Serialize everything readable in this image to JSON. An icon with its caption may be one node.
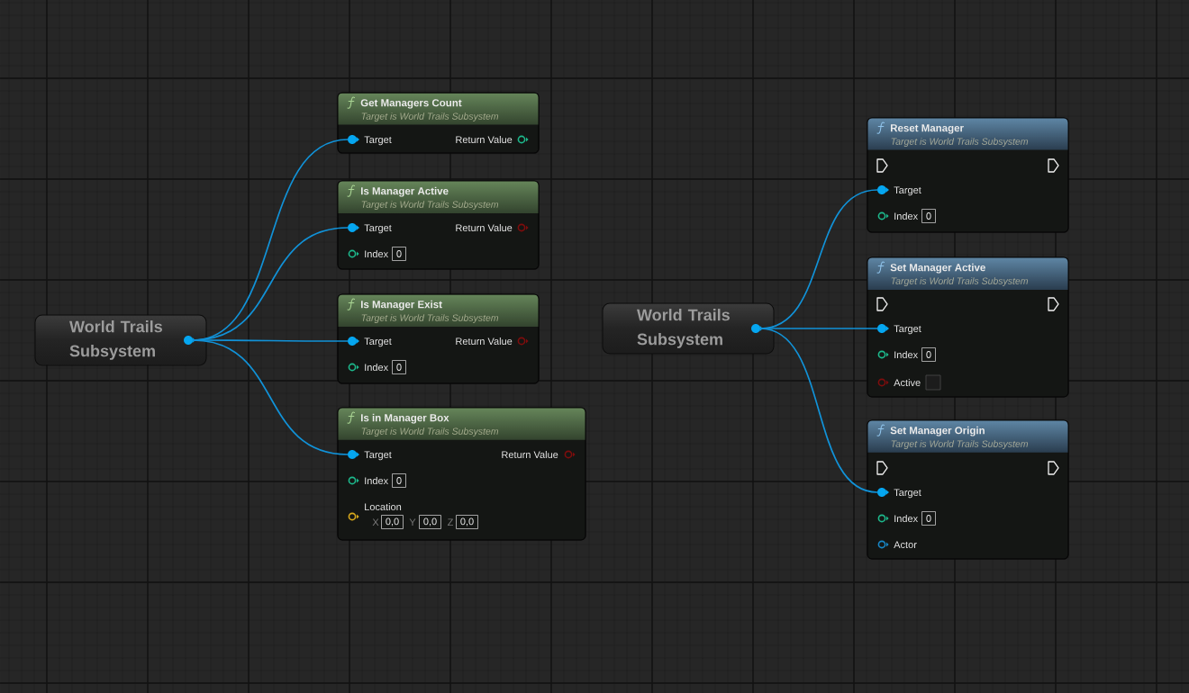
{
  "diagram": {
    "nodes": [
      {
        "text": [
          "World Trails Subsystem"
        ]
      },
      {
        "text": [],
        "shape": "circle",
        "in": 0
      },
      {
        "text": [
          "Get Managers Count",
          "Target is World Trails Subsystem",
          "Target",
          "Return Value"
        ]
      },
      {
        "text": [],
        "shape": "circle",
        "in": 2
      },
      {
        "text": [
          "Is Manager Active",
          "Target is World Trails Subsystem",
          "Target",
          "Return Value",
          "Index",
          "0"
        ]
      },
      {
        "text": [],
        "shape": "circle",
        "in": 4
      },
      {
        "text": [
          "Is Manager Exist",
          "Target is World Trails Subsystem",
          "Target",
          "Return Value",
          "Index",
          "0"
        ]
      },
      {
        "text": [],
        "shape": "circle",
        "in": 6
      },
      {
        "text": [
          "Is in Manager Box",
          "Target is World Trails Subsystem",
          "Target",
          "Return Value",
          "Index",
          "0",
          "Location",
          "X",
          "0,0",
          "Y",
          "0,0",
          "Z",
          "0,0"
        ]
      },
      {
        "text": [],
        "shape": "circle",
        "in": 8
      },
      {
        "text": [
          "World Trails Subsystem"
        ]
      },
      {
        "text": [],
        "shape": "circle",
        "in": 10
      },
      {
        "text": [
          "Reset Manager",
          "Target is World Trails Subsystem",
          "Target",
          "Index",
          "0"
        ]
      },
      {
        "text": [],
        "shape": "circle",
        "in": 12
      },
      {
        "text": [
          "Set Manager Active",
          "Target is World Trails Subsystem",
          "Target",
          "Index",
          "0",
          "Active"
        ]
      },
      {
        "text": [],
        "shape": "circle",
        "in": 14
      },
      {
        "text": [
          "Set Manager Origin",
          "Target is World Trails Subsystem",
          "Target",
          "Index",
          "0",
          "Actor"
        ]
      },
      {
        "text": [],
        "shape": "circle",
        "in": 16
      }
    ],
    "edges": [
      {
        "from": 1,
        "to": 3,
        "arrow": "none"
      },
      {
        "from": 1,
        "to": 5,
        "arrow": "none"
      },
      {
        "from": 1,
        "to": 7,
        "arrow": "none"
      },
      {
        "from": 1,
        "to": 9,
        "arrow": "none"
      },
      {
        "from": 11,
        "to": 13,
        "arrow": "none"
      },
      {
        "from": 11,
        "to": 15,
        "arrow": "none"
      },
      {
        "from": 11,
        "to": 17,
        "arrow": "none"
      }
    ]
  }
}
